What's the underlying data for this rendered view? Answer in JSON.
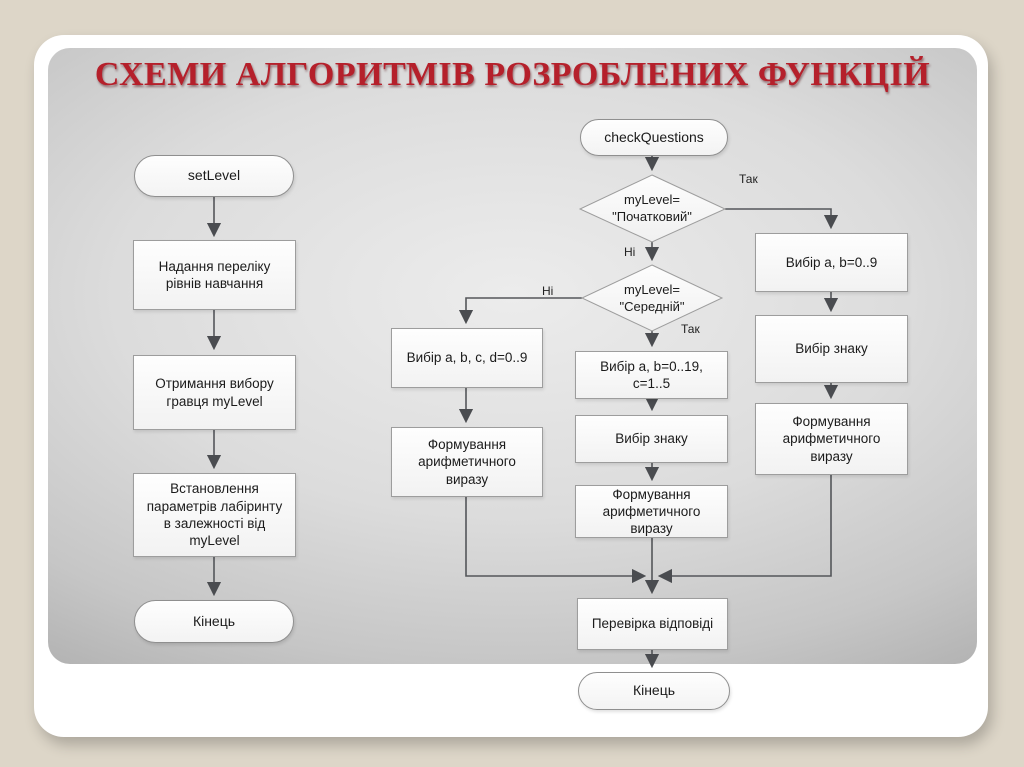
{
  "slide": {
    "title": "СХЕМИ АЛГОРИТМІВ РОЗРОБЛЕНИХ ФУНКЦІЙ"
  },
  "colors": {
    "title_red": "#B5202B",
    "background_beige": "#DDD6C8",
    "panel_gray": "#C9C9C9",
    "connector_gray": "#54565A",
    "shape_fill": "#F7F7F7",
    "shape_border": "#9D9D9D"
  },
  "set_level_flow": {
    "start_label": "setLevel",
    "step1": "Надання переліку\nрівнів навчання",
    "step2": "Отримання вибору\nгравця myLevel",
    "step3": "Встановлення\nпараметрів лабіринту\nв залежності від\nmyLevel",
    "end_label": "Кінець"
  },
  "check_questions_flow": {
    "start_label": "checkQuestions",
    "decision_beginner": {
      "text": "myLevel=\n\"Початковий\"",
      "yes_label": "Так",
      "no_label": "Ні"
    },
    "decision_medium": {
      "text": "myLevel=\n\"Середній\"",
      "yes_label": "Так",
      "no_label": "Ні"
    },
    "beginner_branch": {
      "step1": "Вибір a, b=0..9",
      "step2": "Вибір знаку",
      "step3": "Формування\nарифметичного\nвиразу"
    },
    "medium_branch": {
      "step1": "Вибір a, b=0..19,\nc=1..5",
      "step2": "Вибір знаку",
      "step3": "Формування\nарифметичного\nвиразу"
    },
    "high_branch": {
      "step1": "Вибір a, b, c, d=0..9",
      "step2": "Формування\nарифметичного\nвиразу"
    },
    "check_step": "Перевірка відповіді",
    "end_label": "Кінець"
  }
}
